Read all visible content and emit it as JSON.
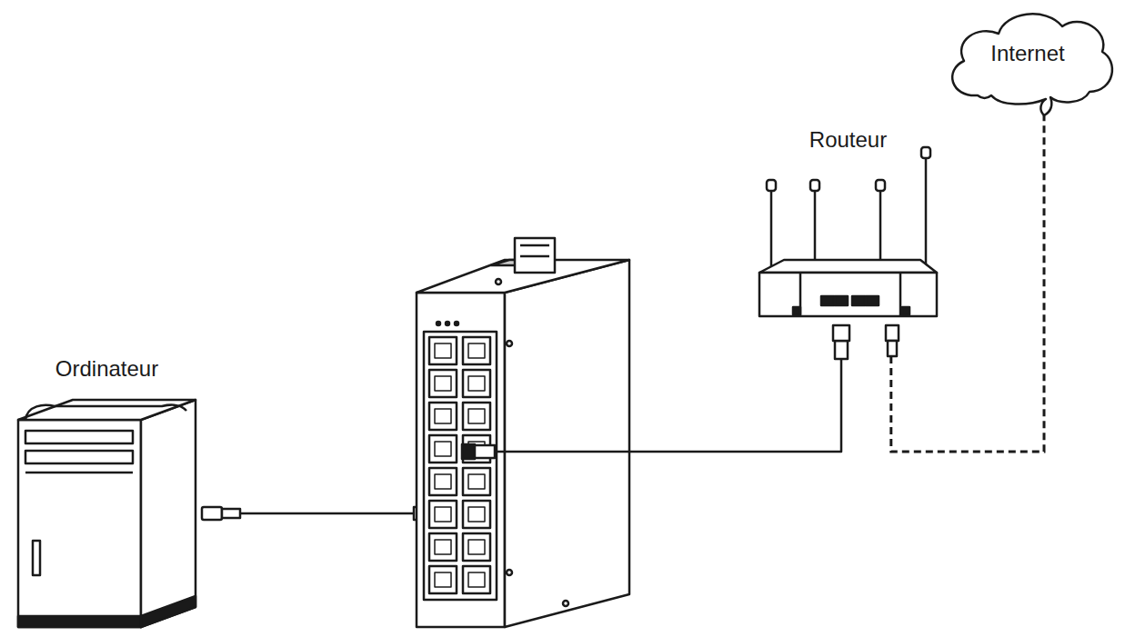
{
  "diagram": {
    "nodes": [
      {
        "text": [
          "Ordinateur"
        ]
      },
      {
        "text": [
          "Routeur"
        ]
      },
      {
        "text": [
          "Internet"
        ]
      }
    ],
    "edges": [
      {
        "from": 1,
        "to": 2,
        "arrow": "none"
      }
    ]
  }
}
